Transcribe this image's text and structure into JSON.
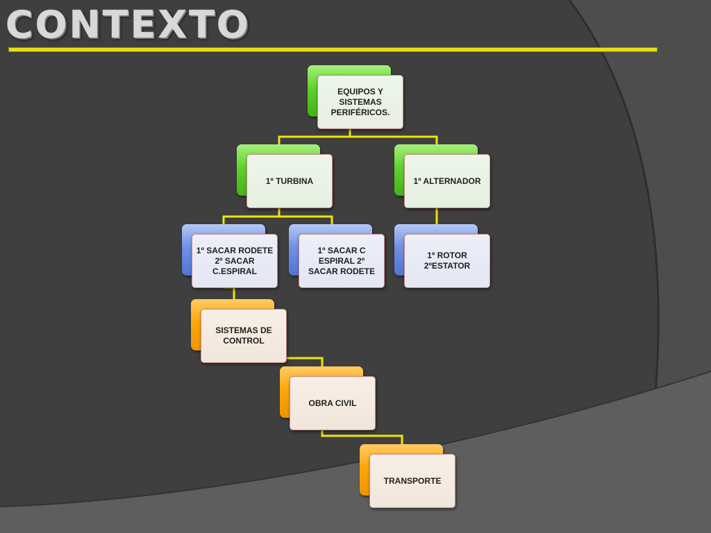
{
  "slide": {
    "title": "CONTEXTO"
  },
  "colors": {
    "accent_rule": "#e8de14",
    "connector": "#f0e600",
    "green": "#5fd22c",
    "blue": "#6f90e6",
    "orange": "#ffa70c"
  },
  "diagram": {
    "nodes": [
      {
        "id": "root",
        "label": "EQUIPOS Y\nSISTEMAS\nPERIFÉRICOS.",
        "color": "green"
      },
      {
        "id": "turbina",
        "label": "1º TURBINA",
        "color": "green"
      },
      {
        "id": "alternador",
        "label": "1º ALTERNADOR",
        "color": "green"
      },
      {
        "id": "sacar-rodete",
        "label": "1º SACAR RODETE\n2º SACAR\nC.ESPIRAL",
        "color": "blue"
      },
      {
        "id": "sacar-espiral",
        "label": "1º SACAR C\nESPIRAL    2º\nSACAR RODETE",
        "color": "blue"
      },
      {
        "id": "rotor",
        "label": "1º ROTOR\n2ºESTATOR",
        "color": "blue"
      },
      {
        "id": "sistemas",
        "label": "SISTEMAS DE\nCONTROL",
        "color": "orange"
      },
      {
        "id": "obra",
        "label": "OBRA CIVIL",
        "color": "orange"
      },
      {
        "id": "transporte",
        "label": "TRANSPORTE",
        "color": "orange"
      }
    ]
  }
}
